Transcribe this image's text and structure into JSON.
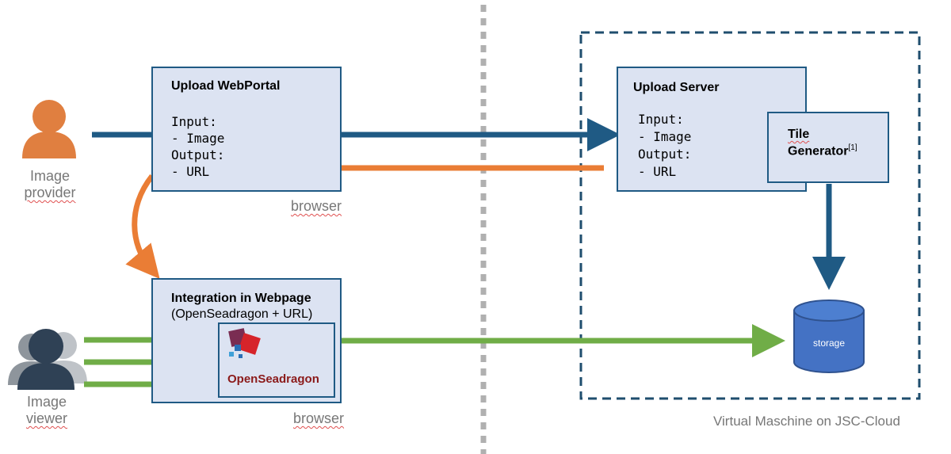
{
  "colors": {
    "blue_arrow": "#1f5a84",
    "orange_arrow": "#ea7d35",
    "green_arrow": "#70ad47",
    "box_fill": "#dce3f2",
    "storage_fill": "#4472c4",
    "divider": "#b0b0b0"
  },
  "actors": {
    "provider_line1": "Image",
    "provider_line2": "provider",
    "viewer_line1": "Image",
    "viewer_line2": "viewer"
  },
  "upload_portal": {
    "title": "Upload WebPortal",
    "lines": [
      "Input:",
      "- Image",
      "Output:",
      "- URL"
    ],
    "caption": "browser"
  },
  "integration": {
    "title": "Integration in Webpage",
    "subtitle": "(OpenSeadragon + URL)",
    "logo_text": "OpenSeadragon",
    "caption": "browser"
  },
  "upload_server": {
    "title": "Upload Server",
    "lines": [
      "Input:",
      "- Image",
      "Output:",
      "- URL"
    ]
  },
  "tile_generator": {
    "line1": "Tile",
    "line2": "Generator",
    "ref": "[1]"
  },
  "storage": {
    "label": "storage"
  },
  "vm": {
    "label": "Virtual Maschine on JSC-Cloud"
  }
}
